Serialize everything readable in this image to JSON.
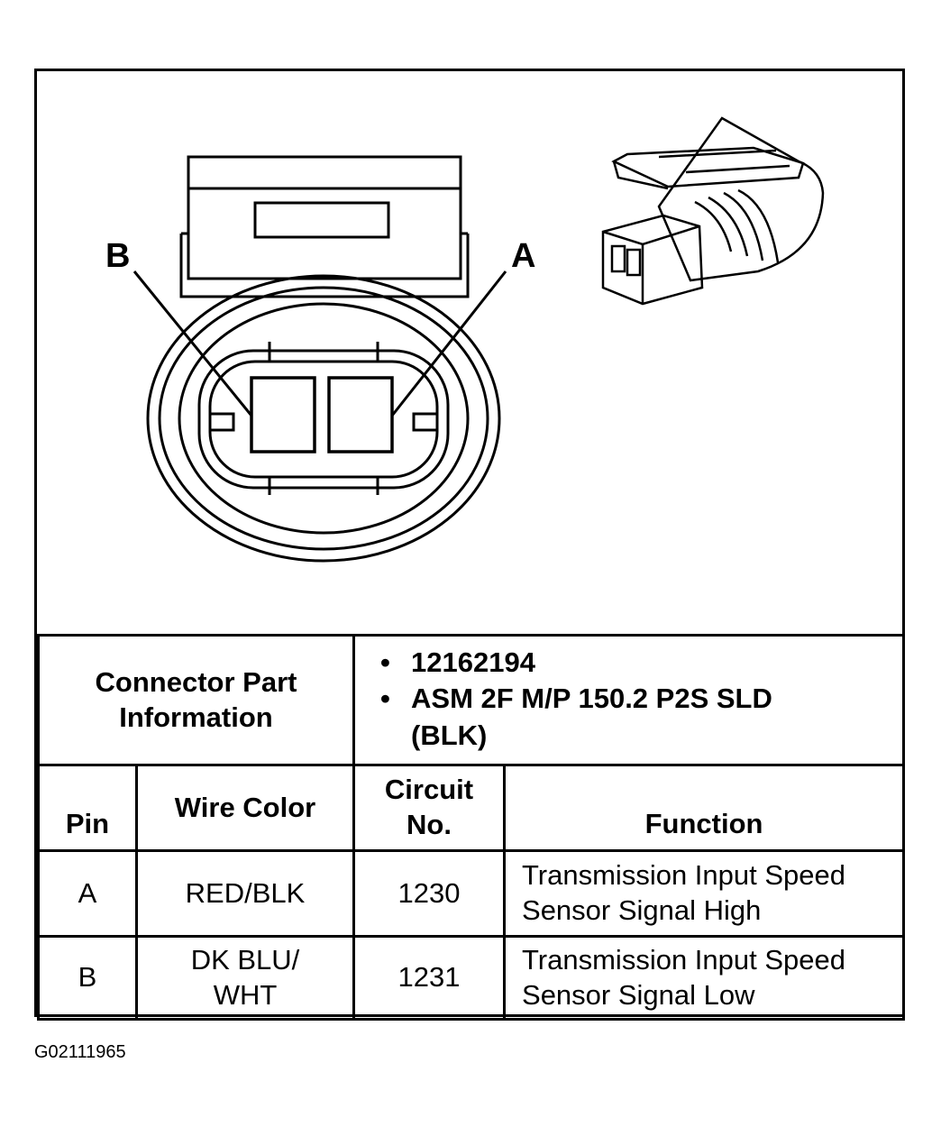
{
  "diagram": {
    "pin_labels": [
      "B",
      "A"
    ]
  },
  "connector_info": {
    "label": "Connector Part Information",
    "items": [
      "12162194",
      "ASM 2F M/P 150.2 P2S SLD (BLK)"
    ]
  },
  "pin_table": {
    "headers": {
      "pin": "Pin",
      "wire_color": "Wire Color",
      "circuit_no": "Circuit No.",
      "function": "Function"
    },
    "rows": [
      {
        "pin": "A",
        "wire_color": "RED/BLK",
        "circuit_no": "1230",
        "function": "Transmission Input Speed Sensor Signal High"
      },
      {
        "pin": "B",
        "wire_color": "DK BLU/ WHT",
        "circuit_no": "1231",
        "function": "Transmission Input Speed Sensor Signal Low"
      }
    ]
  },
  "figure_id": "G02111965"
}
